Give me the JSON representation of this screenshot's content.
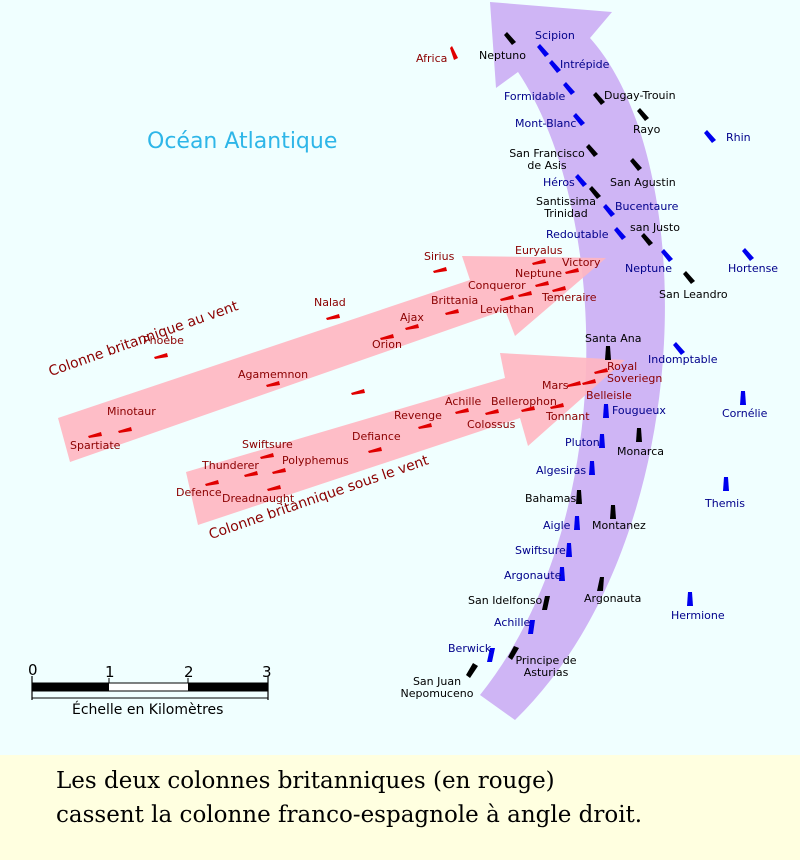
{
  "ocean_label": "Océan Atlantique",
  "columns": {
    "windward": "Colonne britannique  au vent",
    "leeward": "Colonne britannique sous le vent"
  },
  "colors": {
    "british": "#e00000",
    "french": "#0000ee",
    "spanish": "#000000",
    "british_label": "#8b0000",
    "french_label": "#00008b",
    "british_arrow": "#ffb6c1",
    "franco_spanish_arrow": "#cfb5f5",
    "ocean_label": "#2eb6e8"
  },
  "scale": {
    "ticks": [
      "0",
      "1",
      "2",
      "3"
    ],
    "label": "Échelle en Kilomètres"
  },
  "caption": {
    "line1": "Les deux colonnes britanniques (en rouge)",
    "line2": "cassent la colonne franco-espagnole à angle droit."
  },
  "labels": {
    "british": [
      "Africa",
      "Sirius",
      "Euryalus",
      "Victory",
      "Neptune",
      "Conqueror",
      "Temeraire",
      "Brittania",
      "Leviathan",
      "Nalad",
      "Ajax",
      "Orion",
      "Phoebe",
      "Agamemnon",
      "Minotaur",
      "Spartiate",
      "Royal Soveriegn",
      "Mars",
      "Belleisle",
      "Tonnant",
      "Achille",
      "Bellerophon",
      "Colossus",
      "Revenge",
      "Defiance",
      "Swiftsure",
      "Thunderer",
      "Polyphemus",
      "Defence",
      "Dreadnaught"
    ],
    "french": [
      "Scipion",
      "Intrépide",
      "Formidable",
      "Mont-Blanc",
      "Rhin",
      "Héros",
      "Bucentaure",
      "Redoutable",
      "Neptune",
      "Hortense",
      "Indomptable",
      "Cornélie",
      "Fougueux",
      "Pluton",
      "Algesiras",
      "Themis",
      "Aigle",
      "Swiftsure",
      "Argonaute",
      "Hermione",
      "Achille",
      "Berwick"
    ],
    "spanish": [
      "Neptuno",
      "Dugay-Trouin",
      "Rayo",
      "San Francisco de Asis",
      "San Agustin",
      "Santissima Trinidad",
      "san Justo",
      "San Leandro",
      "Santa Ana",
      "Monarca",
      "Bahamas",
      "Montanez",
      "Argonauta",
      "San Idelfonso",
      "Principe de Asturias",
      "San Juan Nepomuceno"
    ]
  }
}
